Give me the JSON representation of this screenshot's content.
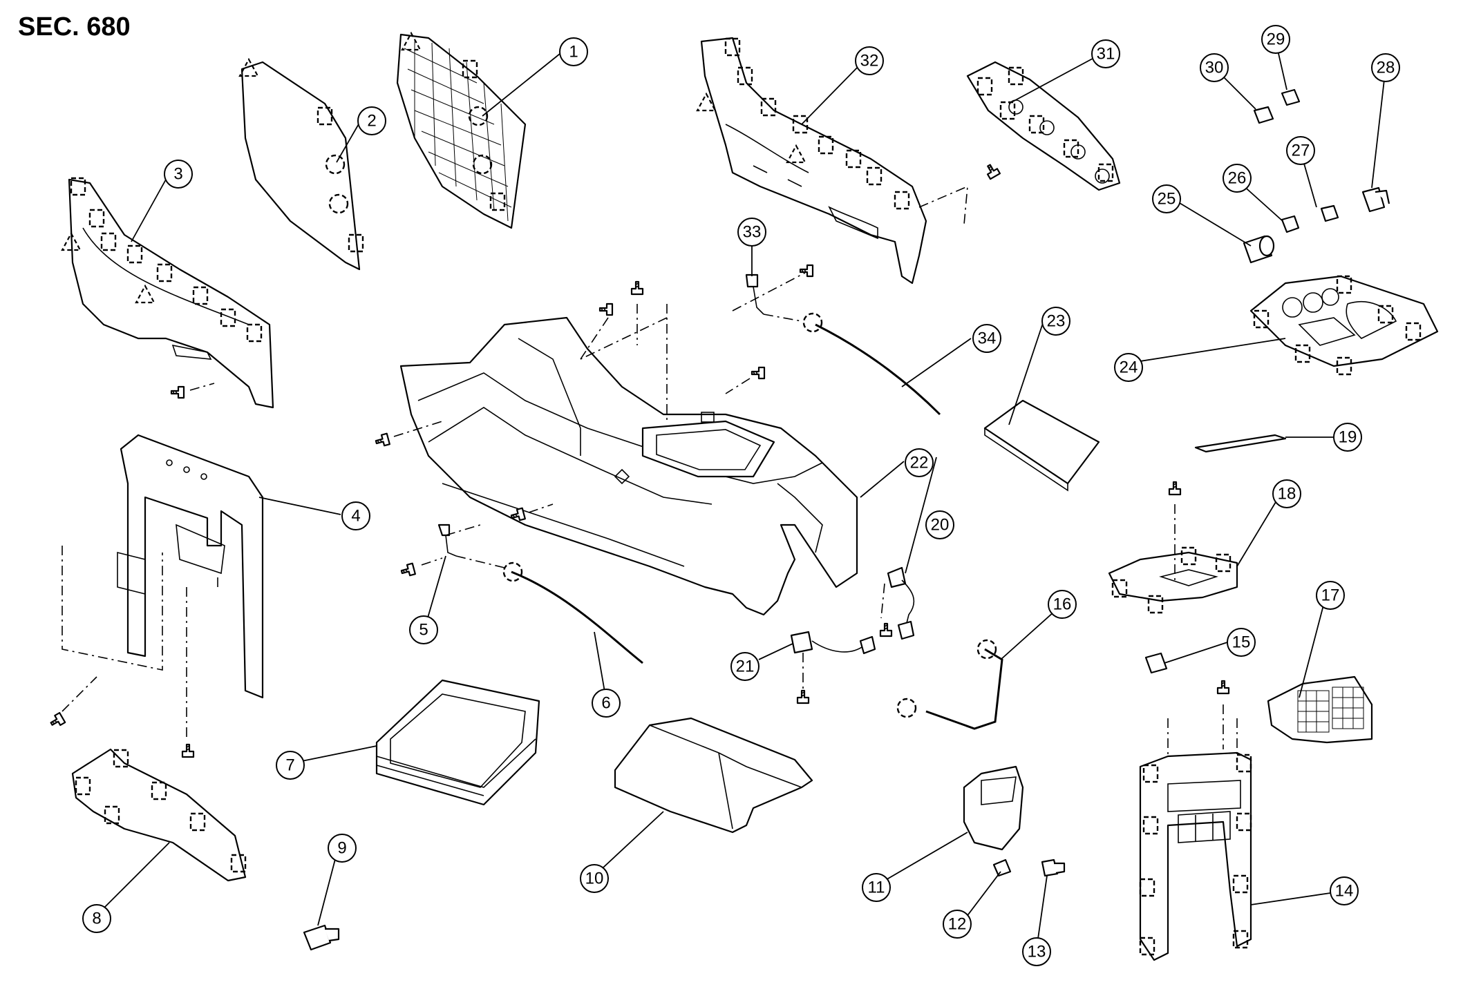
{
  "diagram": {
    "section_label": "SEC. 680",
    "callouts": [
      {
        "id": "c1",
        "label": "1"
      },
      {
        "id": "c2",
        "label": "2"
      },
      {
        "id": "c3",
        "label": "3"
      },
      {
        "id": "c4",
        "label": "4"
      },
      {
        "id": "c5",
        "label": "5"
      },
      {
        "id": "c6",
        "label": "6"
      },
      {
        "id": "c7",
        "label": "7"
      },
      {
        "id": "c8",
        "label": "8"
      },
      {
        "id": "c9",
        "label": "9"
      },
      {
        "id": "c10",
        "label": "10"
      },
      {
        "id": "c11",
        "label": "11"
      },
      {
        "id": "c12",
        "label": "12"
      },
      {
        "id": "c13",
        "label": "13"
      },
      {
        "id": "c14",
        "label": "14"
      },
      {
        "id": "c15",
        "label": "15"
      },
      {
        "id": "c16",
        "label": "16"
      },
      {
        "id": "c17",
        "label": "17"
      },
      {
        "id": "c18",
        "label": "18"
      },
      {
        "id": "c19",
        "label": "19"
      },
      {
        "id": "c20",
        "label": "20"
      },
      {
        "id": "c21",
        "label": "21"
      },
      {
        "id": "c22",
        "label": "22"
      },
      {
        "id": "c23",
        "label": "23"
      },
      {
        "id": "c24",
        "label": "24"
      },
      {
        "id": "c25",
        "label": "25"
      },
      {
        "id": "c26",
        "label": "26"
      },
      {
        "id": "c27",
        "label": "27"
      },
      {
        "id": "c28",
        "label": "28"
      },
      {
        "id": "c29",
        "label": "29"
      },
      {
        "id": "c30",
        "label": "30"
      },
      {
        "id": "c31",
        "label": "31"
      },
      {
        "id": "c32",
        "label": "32"
      },
      {
        "id": "c33",
        "label": "33"
      },
      {
        "id": "c34",
        "label": "34"
      }
    ]
  }
}
